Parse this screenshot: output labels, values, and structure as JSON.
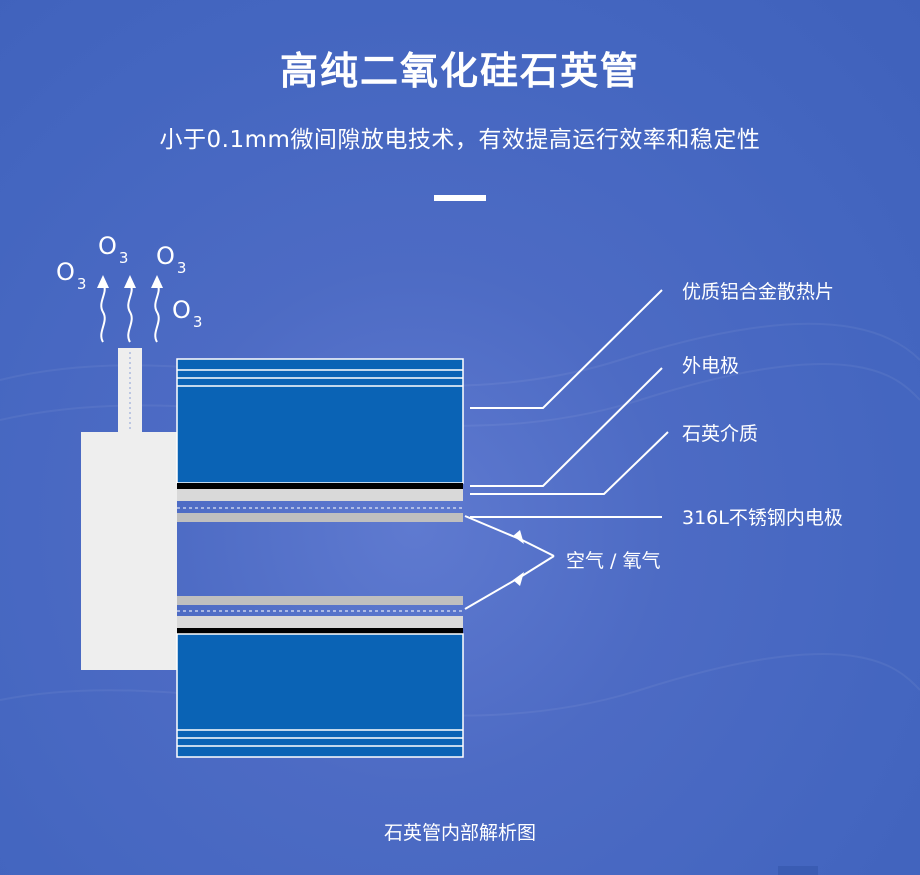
{
  "title": "高纯二氧化硅石英管",
  "subtitle": "小于0.1mm微间隙放电技术，有效提高运行效率和稳定性",
  "caption": "石英管内部解析图",
  "ozone_base": "O",
  "ozone_sub": "3",
  "labels": {
    "heatsink": "优质铝合金散热片",
    "outer_electrode": "外电极",
    "quartz": "石英介质",
    "inner_electrode": "316L不锈钢内电极",
    "gas": "空气 / 氧气"
  },
  "colors": {
    "background": "#4466c0",
    "fin_blue": "#0a63b5",
    "electrode": "#000000",
    "quartz": "#d9d9d9",
    "inner": "#bfbfbf",
    "housing": "#eeeeee",
    "line": "#ffffff"
  }
}
